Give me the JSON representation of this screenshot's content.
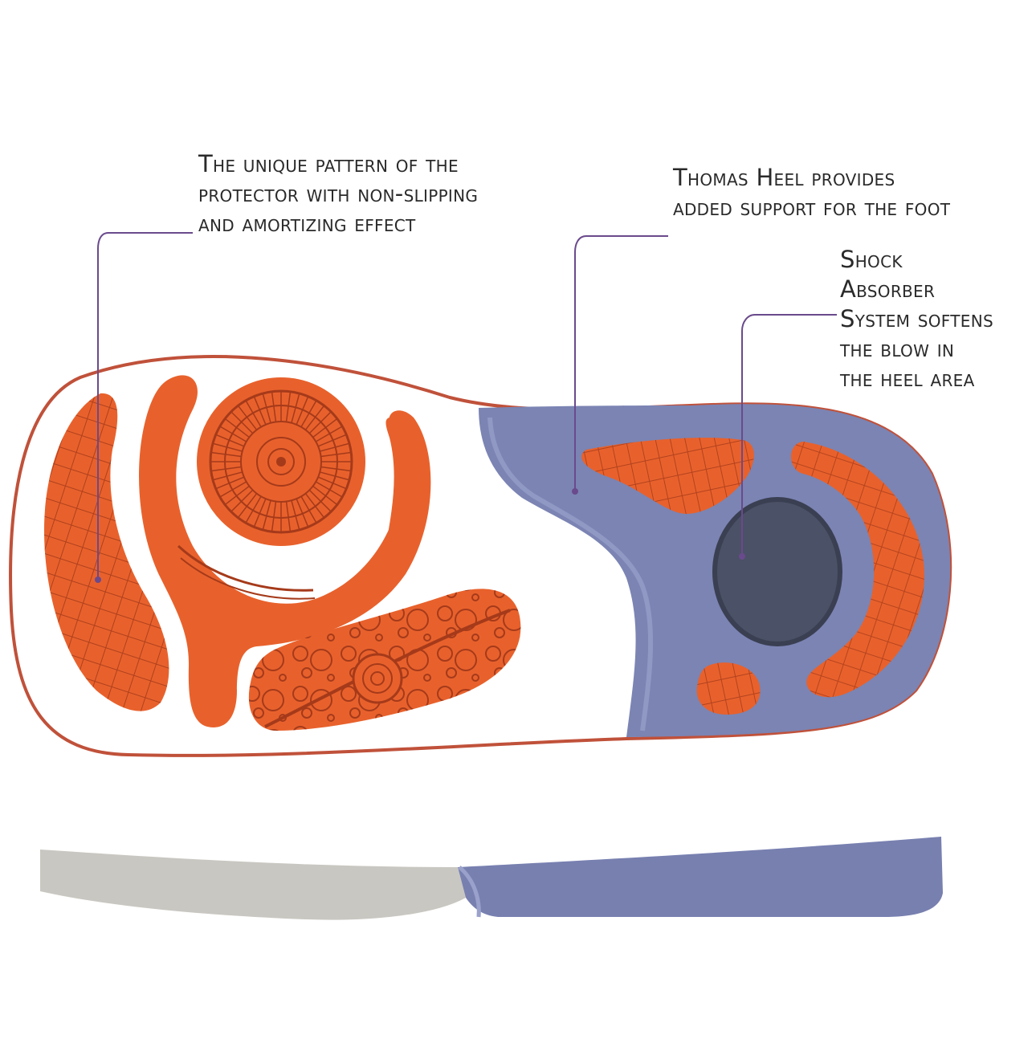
{
  "callouts": {
    "pattern": {
      "lines": [
        "The unique pattern of the",
        "protector with non-slipping",
        "and amortizing effect"
      ]
    },
    "thomas_heel": {
      "lines": [
        "Thomas Heel provides",
        "added support for the foot"
      ]
    },
    "shock_absorber": {
      "lines": [
        "Shock",
        "Absorber",
        "System softens",
        "the blow in",
        "the heel area"
      ]
    }
  },
  "colors": {
    "outline": "#c0513a",
    "tread_orange": "#e8612c",
    "tread_line": "#a53a1a",
    "heel_blue": "#7b84b3",
    "heel_blue_dark": "#6a73a3",
    "shock_gray": "#4b5166",
    "side_gray": "#c9c7c1",
    "side_blue": "#7880b0",
    "leader": "#6a4a8c"
  }
}
